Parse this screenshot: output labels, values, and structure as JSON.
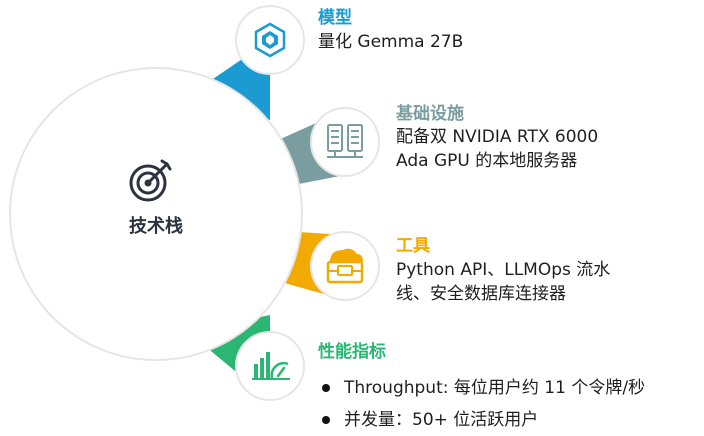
{
  "center": {
    "label": "技术栈",
    "icon": "target-icon"
  },
  "sections": [
    {
      "title": "模型",
      "color": "#1b9bd1",
      "icon": "model-hexagon-icon",
      "lines": [
        "量化 Gemma 27B"
      ]
    },
    {
      "title": "基础设施",
      "color": "#7a9e9f",
      "icon": "server-icon",
      "lines": [
        "配备双 NVIDIA RTX 6000",
        "Ada GPU 的本地服务器"
      ]
    },
    {
      "title": "工具",
      "color": "#f2a900",
      "icon": "toolbox-icon",
      "lines": [
        "Python API、LLMOps 流水",
        "线、安全数据库连接器"
      ]
    },
    {
      "title": "性能指标",
      "color": "#2bb673",
      "icon": "performance-gauge-icon",
      "bullets": [
        "Throughput: 每位用户约 11 个令牌/秒",
        "并发量：50+ 位活跃用户"
      ]
    }
  ]
}
